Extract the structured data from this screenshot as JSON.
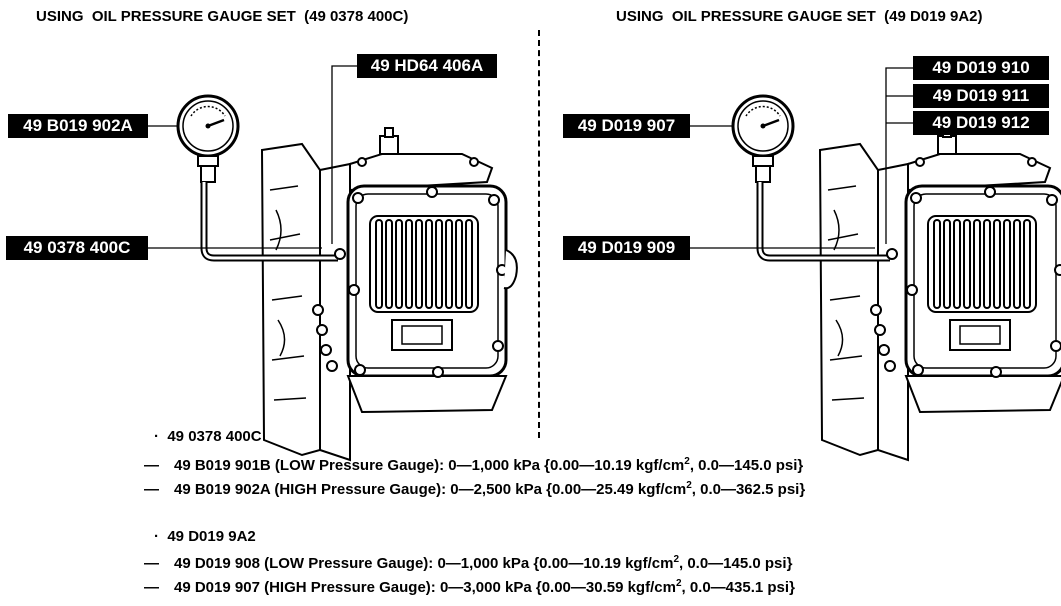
{
  "left": {
    "title": "USING  OIL PRESSURE GAUGE SET  (49 0378 400C)",
    "labels": {
      "gauge": "49 B019 902A",
      "adapter": "49 HD64 406A",
      "hose": "49 0378 400C"
    }
  },
  "right": {
    "title": "USING  OIL PRESSURE GAUGE SET  (49 D019 9A2)",
    "labels": {
      "gauge": "49 D019 907",
      "hose": "49 D019 909",
      "adapter1": "49 D019 910",
      "adapter2": "49 D019 911",
      "adapter3": "49 D019 912"
    }
  },
  "notes": {
    "set1": {
      "bullet": "·",
      "name": "49 0378 400C",
      "items": [
        {
          "dash": "—",
          "pre": "49 B019 901B (LOW Pressure Gauge): 0—1,000 kPa {0.00—10.19 kgf/cm",
          "sup": "2",
          "post": ", 0.0—145.0 psi}"
        },
        {
          "dash": "—",
          "pre": "49 B019 902A (HIGH Pressure Gauge): 0—2,500 kPa {0.00—25.49 kgf/cm",
          "sup": "2",
          "post": ", 0.0—362.5 psi}"
        }
      ]
    },
    "set2": {
      "bullet": "·",
      "name": "49 D019 9A2",
      "items": [
        {
          "dash": "—",
          "pre": "49 D019 908 (LOW Pressure Gauge): 0—1,000 kPa {0.00—10.19 kgf/cm",
          "sup": "2",
          "post": ", 0.0—145.0 psi}"
        },
        {
          "dash": "—",
          "pre": "49 D019 907 (HIGH Pressure Gauge): 0—3,000 kPa {0.00—30.59 kgf/cm",
          "sup": "2",
          "post": ", 0.0—435.1 psi}"
        }
      ]
    }
  }
}
